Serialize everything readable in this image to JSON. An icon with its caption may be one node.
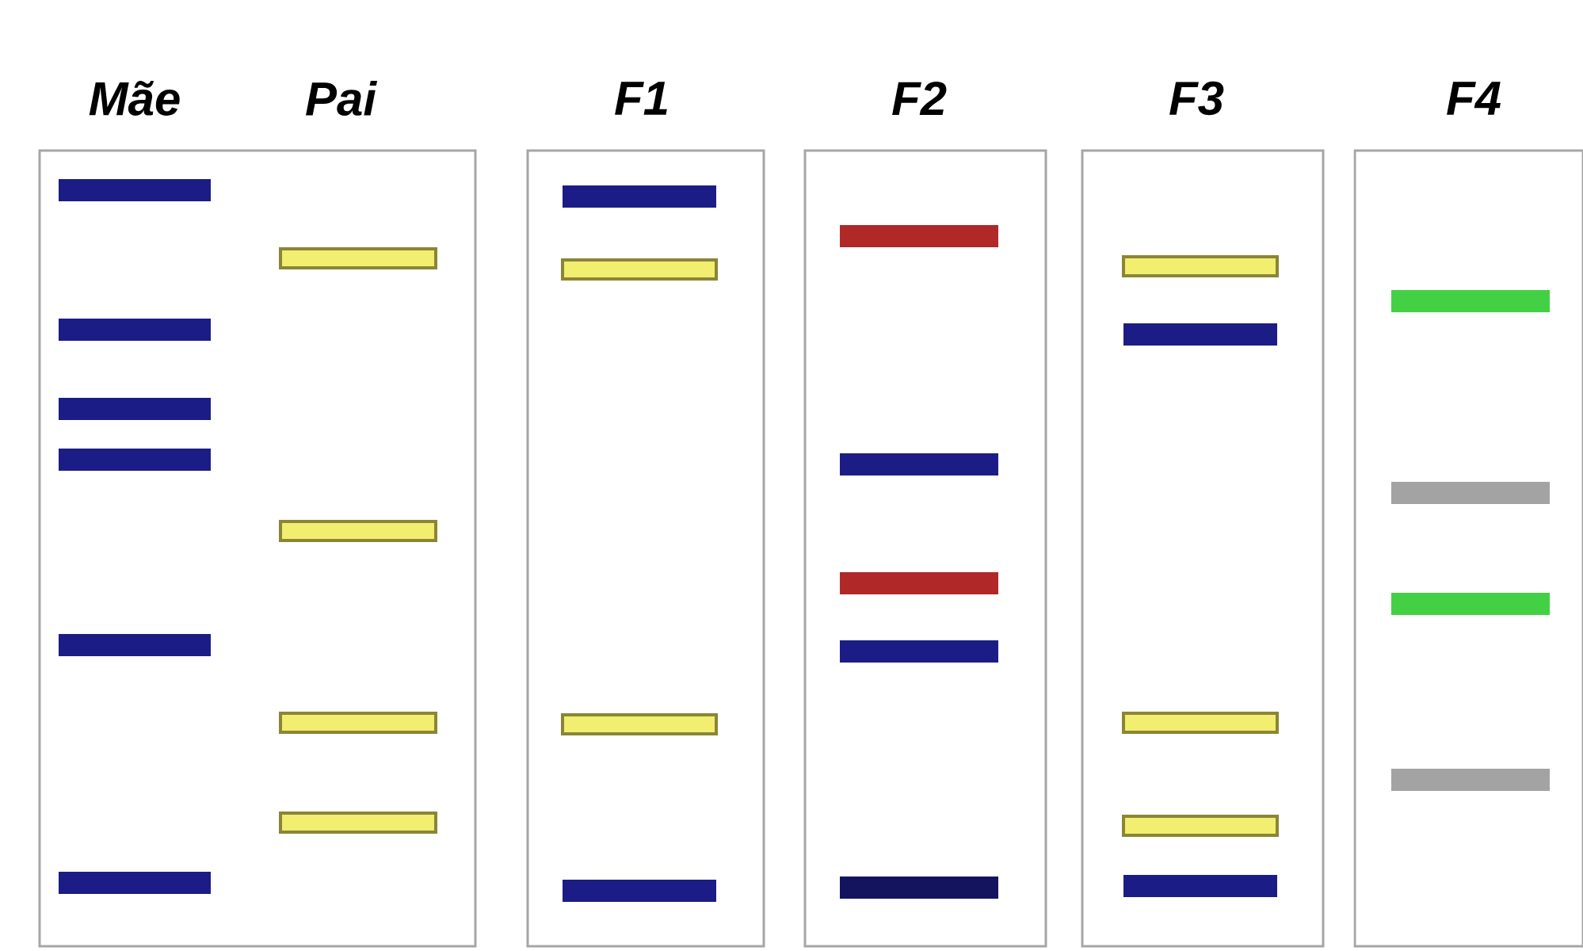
{
  "diagram": {
    "nodes": [
      {
        "text": [
          "Mãe",
          "Pai"
        ]
      },
      {
        "text": [
          "F1"
        ]
      },
      {
        "text": [
          "F2"
        ]
      },
      {
        "text": [
          "F3"
        ]
      },
      {
        "text": [
          "F4"
        ]
      }
    ]
  }
}
